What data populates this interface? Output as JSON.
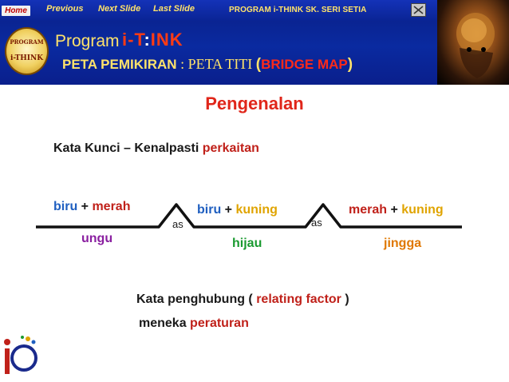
{
  "nav": {
    "home": "Home",
    "previous": "Previous",
    "next": "Next Slide",
    "last": "Last Slide",
    "title": "PROGRAM i-THINK  SK. SERI SETIA"
  },
  "header": {
    "logo_top": "PROGRAM",
    "logo_bottom": "i-THINK",
    "program": "Program",
    "ithink": "i-T",
    "ithink2": "INK",
    "subtitle_a": "PETA PEMIKIRAN",
    "subtitle_sep": " : ",
    "subtitle_b": "PETA TITI ",
    "paren_open": "(",
    "subtitle_c": "BRIDGE MAP",
    "paren_close": ")"
  },
  "content": {
    "heading": "Pengenalan",
    "keyword_prefix": "Kata Kunci – Kenalpasti ",
    "keyword_word": "perkaitan",
    "pairs": [
      {
        "left": "biru",
        "plus": " + ",
        "right": "merah",
        "bottom": "ungu"
      },
      {
        "left": "biru",
        "plus": " + ",
        "right": "kuning",
        "bottom": "hijau"
      },
      {
        "left": "merah",
        "plus": " + ",
        "right": "kuning",
        "bottom": "jingga"
      }
    ],
    "as1": "as",
    "as2": "as",
    "relating_prefix": "Kata penghubung ( ",
    "relating_word": "relating factor",
    "relating_suffix": " )",
    "rule_prefix": "meneka ",
    "rule_word": "peraturan"
  },
  "colors": {
    "banner": "#0a2aa0",
    "heading": "#e0261a",
    "red": "#c0211a",
    "blue": "#1f5fc0",
    "yellow": "#e0a400"
  },
  "icons": {
    "close": "close-icon",
    "logo": "ithink-logo",
    "head": "brain-head-image"
  }
}
